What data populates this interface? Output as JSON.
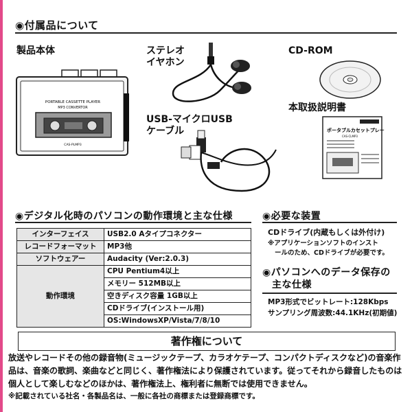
{
  "accessories": {
    "heading": "◉付属品について",
    "main_unit": "製品本体",
    "earphones": [
      "ステレオ",
      "イヤホン"
    ],
    "cdrom": "CD-ROM",
    "usb_cable": [
      "USB-マイクロUSB",
      "ケーブル"
    ],
    "manual": "本取扱説明書",
    "device_text": [
      "PORTABLE CASSETTE PLAYER",
      "MP3 CONVERTOR"
    ],
    "device_model": "CAS-PLMP3",
    "manual_title": "ポータブルカセットプレーヤー",
    "manual_model": "CAS-CLMP3"
  },
  "requirements": {
    "heading": "◉デジタル化時のパソコンの動作環境と主な仕様",
    "rows": [
      {
        "key": "インターフェイス",
        "value": "USB2.0 Aタイプコネクター"
      },
      {
        "key": "レコードフォーマット",
        "value": "MP3他"
      },
      {
        "key": "ソフトウェアー",
        "value": "Audacity (Ver:2.0.3)"
      }
    ],
    "env_key": "動作環境",
    "env_values": [
      "CPU Pentium4以上",
      "メモリー 512MB以上",
      "空きディスク容量 1GB以上",
      "CDドライブ(インストール用)",
      "OS:WindowsXP/Vista/7/8/10"
    ]
  },
  "needed": {
    "heading": "◉必要な装置",
    "item": "CDドライブ(内蔵もしくは外付け)",
    "note": [
      "※アプリケーションソフトのインスト",
      "ールのため、CDドライブが必要です。"
    ]
  },
  "save": {
    "heading": [
      "◉パソコンへのデータ保存の",
      "主な仕様"
    ],
    "lines": [
      "MP3形式でビットレート:128Kbps",
      "サンプリング周波数:44.1KHz(初期値)"
    ]
  },
  "copyright": {
    "heading": "著作権について",
    "text": "放送やレコードその他の録音物(ミュージックテープ、カラオケテープ、コンパクトディスクなど)の音楽作品は、音楽の歌詞、楽曲などと同じく、著作権法により保護されています。従ってそれから録音したものは個人として楽しむなどのほかは、著作権法上、権利者に無断では使用できません。",
    "note": "※記載されている社名・各製品名は、一般に各社の商標または登録商標です。"
  },
  "colors": {
    "accent_bar": "#e34a8a"
  }
}
